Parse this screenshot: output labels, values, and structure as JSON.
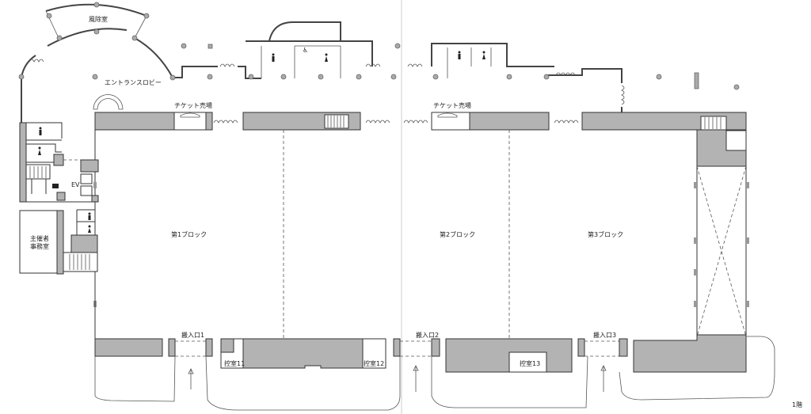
{
  "floor_label": "1階",
  "rooms": {
    "windbreak": "風除室",
    "entrance_lobby": "エントランスロビー",
    "ticket_office_1": "チケット売場",
    "ticket_office_2": "チケット売場",
    "elevator": "EV",
    "organizer_office_line1": "主催者",
    "organizer_office_line2": "事務室",
    "block_1": "第1ブロック",
    "block_2": "第2ブロック",
    "block_3": "第3ブロック",
    "waiting_room_11": "控室11",
    "waiting_room_12": "控室12",
    "waiting_room_13": "控室13"
  },
  "loading_entrances": [
    "搬入口1",
    "搬入口2",
    "搬入口3"
  ],
  "icons": [
    "male-restroom-icon",
    "female-restroom-icon",
    "accessible-restroom-icon",
    "stairs-icon",
    "up-arrow-icon"
  ]
}
